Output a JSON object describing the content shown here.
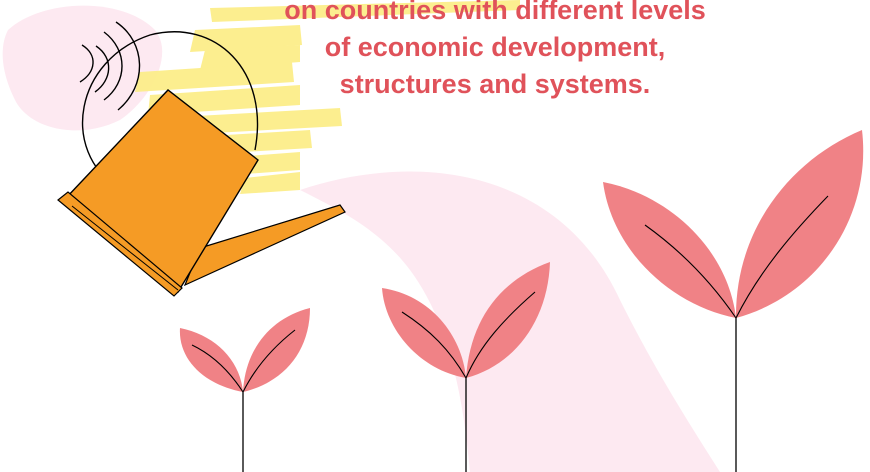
{
  "caption": {
    "lines": [
      "on countries with different levels",
      "of economic development,",
      "structures and systems."
    ],
    "color": "#e0525a"
  },
  "palette": {
    "leaf": "#f08286",
    "can": "#f59b25",
    "highlight": "#fcee8a",
    "blush": "#fde9f1",
    "stroke": "#000000"
  },
  "illustration": {
    "watering_can": "watering-can-icon",
    "plants": [
      "sprout-small-icon",
      "sprout-medium-icon",
      "sprout-large-icon"
    ],
    "water_drops": "water-arcs-icon"
  }
}
